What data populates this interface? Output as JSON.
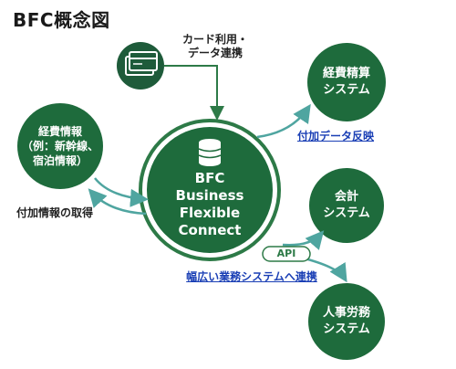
{
  "title": "BFC概念図",
  "card_label": [
    "カード利用・",
    "データ連携"
  ],
  "expense_info": [
    "経費情報",
    "（例：新幹線、",
    "宿泊情報）"
  ],
  "info_label": "付加情報の取得",
  "center": [
    "BFC",
    "Business",
    "Flexible",
    "Connect"
  ],
  "expense_settle": [
    "経費精算",
    "システム"
  ],
  "reflect_label": "付加データ反映",
  "accounting": [
    "会計",
    "システム"
  ],
  "api_label": "API",
  "integration_label": "幅広い業務システムへ連携",
  "hr": [
    "人事労務",
    "システム"
  ],
  "colors": {
    "circle_green": "#1e6b3c",
    "ring_green": "#2d7a47",
    "accent_link": "#1a3fb5",
    "arrow_teal": "#4fa5a0"
  }
}
